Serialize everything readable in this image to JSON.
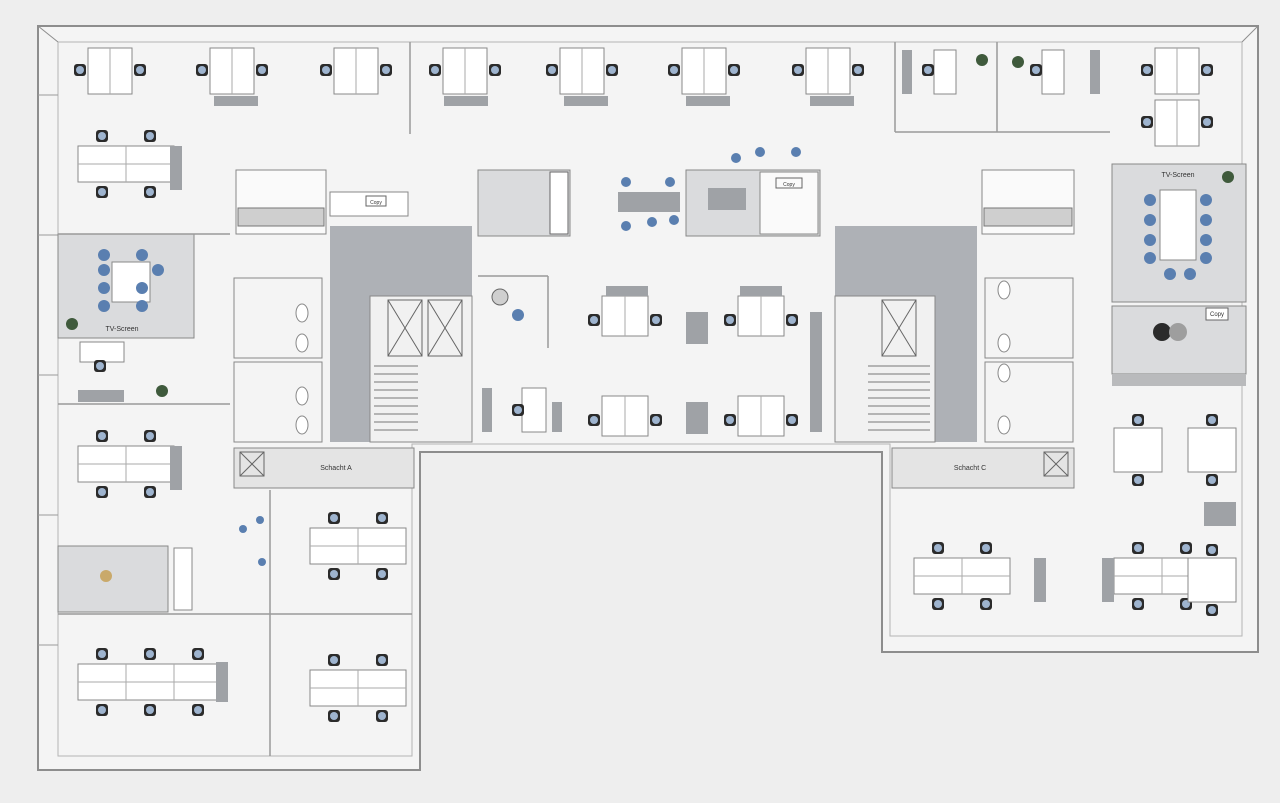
{
  "labels": {
    "tv_screen_left": "TV-Screen",
    "tv_screen_right": "TV-Screen",
    "shaft_a": "Schacht A",
    "shaft_c": "Schacht C",
    "copy_right": "Copy",
    "copy_kitchen": "Copy",
    "copy_center": "Copy"
  },
  "colors": {
    "background": "#eeeeee",
    "floor": "#f4f4f4",
    "wall": "#9a9a9a",
    "core_dark": "#aeb1b6",
    "room_gray": "#dadbdd",
    "desk": "#ffffff",
    "chair_blue": "#5a7fb0",
    "chair_dark": "#2b2b2b",
    "person": "#9eb4cf",
    "plant": "#3f5a3c"
  }
}
